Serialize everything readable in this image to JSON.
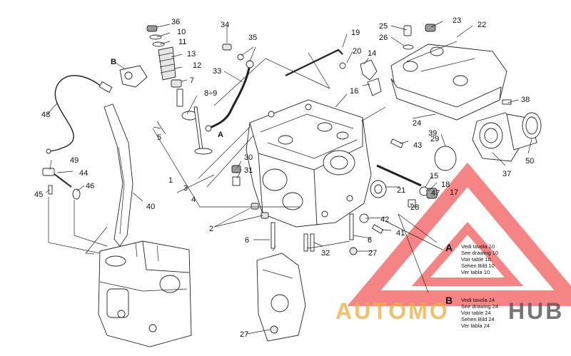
{
  "callouts": [
    "1",
    "2",
    "3",
    "4",
    "5",
    "6",
    "6",
    "7",
    "8÷9",
    "10",
    "11",
    "12",
    "13",
    "14",
    "15",
    "16",
    "17",
    "18",
    "19",
    "20",
    "21",
    "22",
    "23",
    "24",
    "25",
    "26",
    "27",
    "27",
    "28",
    "29",
    "30",
    "31",
    "32",
    "33",
    "34",
    "35",
    "36",
    "37",
    "38",
    "39",
    "40",
    "41",
    "42",
    "43",
    "44",
    "45",
    "46",
    "47",
    "48",
    "49",
    "50"
  ],
  "ref_labels": {
    "a": "A",
    "b": "B"
  },
  "notes": {
    "a": [
      "Vedi tavola 10",
      "See drawing 10",
      "Voir table 10",
      "Sehen Bild 10",
      "Ver tabla 10"
    ],
    "b": [
      "Vedi tavola 24",
      "See drawing 24",
      "Voir table 24",
      "Sehen Bild 24",
      "Ver tabla 24"
    ]
  },
  "watermark": {
    "text_left": "AUTOMO",
    "text_right": "HUB",
    "color_left": "#f0b048",
    "color_right": "#555555",
    "logo_color": "#ee2222"
  }
}
